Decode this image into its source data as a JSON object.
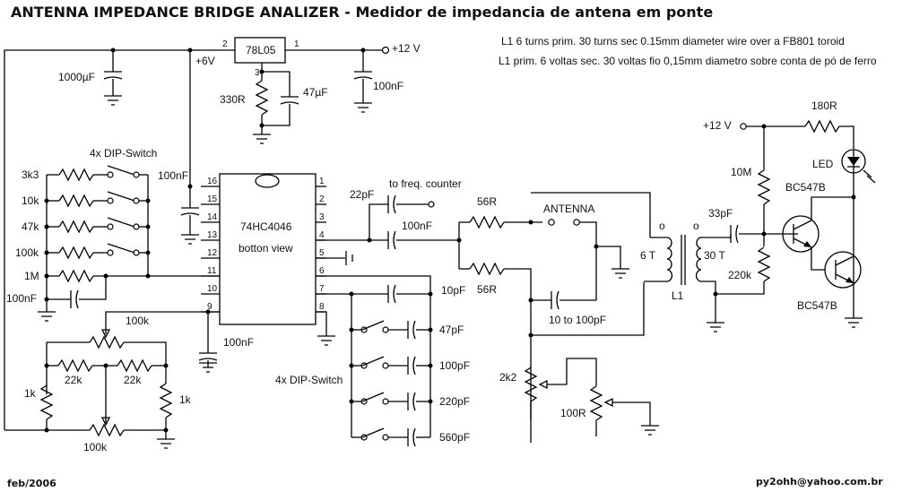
{
  "title": "ANTENNA IMPEDANCE BRIDGE ANALIZER - Medidor de impedancia de antena em ponte",
  "notes": {
    "en": "L1 6 turns prim. 30 turns sec 0.15mm diameter wire over a FB801 toroid",
    "pt": "L1 prim. 6 voltas sec. 30 voltas fio 0,15mm diametro sobre conta de pó de ferro"
  },
  "power": {
    "regulator": "78L05",
    "reg_pin_in": "1",
    "reg_pin_out": "2",
    "reg_pin_gnd": "3",
    "vin": "+12 V",
    "vout": "+6V",
    "c_bulk": "1000µF",
    "c_in": "100nF",
    "r_adj": "330R",
    "c_adj": "47µF"
  },
  "ic": {
    "name": "74HC4046",
    "subtitle": "botton view",
    "left_pins": [
      "16",
      "15",
      "14",
      "13",
      "12",
      "11",
      "10",
      "9"
    ],
    "right_pins": [
      "1",
      "2",
      "3",
      "4",
      "5",
      "6",
      "7",
      "8"
    ],
    "c_vcc": "100nF",
    "c_pin9": "100nF"
  },
  "freq_select": {
    "switch_label": "4x DIP-Switch",
    "resistors": [
      "3k3",
      "10k",
      "47k",
      "100k",
      "1M"
    ],
    "c_filter": "100nF"
  },
  "pin9_network": {
    "pot_top": "100k",
    "pot_bottom": "100k",
    "r_left_mid": "22k",
    "r_right_mid": "22k",
    "r_left": "1k",
    "r_right": "1k"
  },
  "range_caps": {
    "switch_label": "4x DIP-Switch",
    "fixed": "10pF",
    "switched": [
      "47pF",
      "100pF",
      "220pF",
      "560pF"
    ]
  },
  "output": {
    "counter_label": "to freq. counter",
    "c_counter": "22pF",
    "c_out": "100nF"
  },
  "bridge": {
    "r_top": "56R",
    "r_bottom": "56R",
    "antenna": "ANTENNA",
    "c_var": "10 to 100pF",
    "pot_coarse": "2k2",
    "pot_fine": "100R"
  },
  "transformer": {
    "name": "L1",
    "primary": "6 T",
    "secondary": "30 T",
    "dot_p": "o",
    "dot_s": "o"
  },
  "detector": {
    "vcc": "+12 V",
    "r_led": "180R",
    "led": "LED",
    "r_bias_top": "10M",
    "r_bias_bottom": "220k",
    "c_couple": "33pF",
    "q1": "BC547B",
    "q2": "BC547B"
  },
  "footer": {
    "date": "feb/2006",
    "email": "py2ohh@yahoo.com.br"
  }
}
